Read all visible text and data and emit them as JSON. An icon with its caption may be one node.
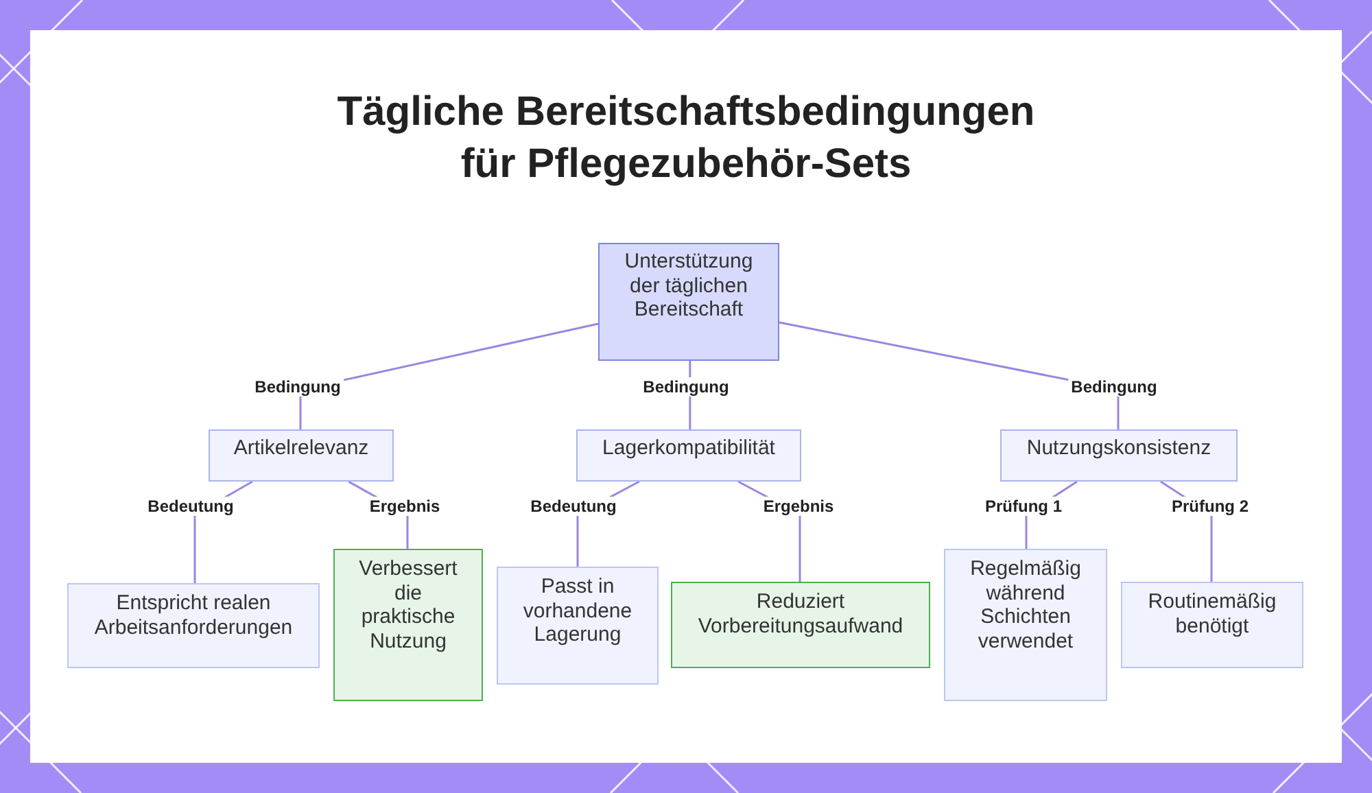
{
  "diagram": {
    "title": "Tägliche Bereitschaftsbedingungen für Pflegezubehör-Sets",
    "nodes": [
      {
        "text": [
          "Unterstützung der täglichen Bereitschaft"
        ]
      },
      {
        "text": [
          "Artikelrelevanz"
        ]
      },
      {
        "text": [
          "Lagerkompatibilität"
        ]
      },
      {
        "text": [
          "Nutzungskonsistenz"
        ]
      },
      {
        "text": [
          "Entspricht realen Arbeitsanforderungen"
        ]
      },
      {
        "text": [
          "Verbessert die praktische Nutzung"
        ]
      },
      {
        "text": [
          "Passt in vorhandene Lagerung"
        ]
      },
      {
        "text": [
          "Reduziert Vorbereitungsaufwand"
        ]
      },
      {
        "text": [
          "Regelmäßig während Schichten verwendet"
        ]
      },
      {
        "text": [
          "Routinemäßig benötigt"
        ]
      }
    ],
    "edges": [
      {
        "from": 0,
        "to": 1,
        "arrow": "none",
        "label": "Bedingung"
      },
      {
        "from": 0,
        "to": 2,
        "arrow": "none",
        "label": "Bedingung"
      },
      {
        "from": 0,
        "to": 3,
        "arrow": "none",
        "label": "Bedingung"
      },
      {
        "from": 1,
        "to": 4,
        "arrow": "none",
        "label": "Bedeutung"
      },
      {
        "from": 1,
        "to": 5,
        "arrow": "none",
        "label": "Ergebnis"
      },
      {
        "from": 2,
        "to": 6,
        "arrow": "none",
        "label": "Bedeutung"
      },
      {
        "from": 2,
        "to": 7,
        "arrow": "none",
        "label": "Ergebnis"
      },
      {
        "from": 3,
        "to": 8,
        "arrow": "none",
        "label": "Prüfung 1"
      },
      {
        "from": 3,
        "to": 9,
        "arrow": "none",
        "label": "Prüfung 2"
      }
    ]
  }
}
